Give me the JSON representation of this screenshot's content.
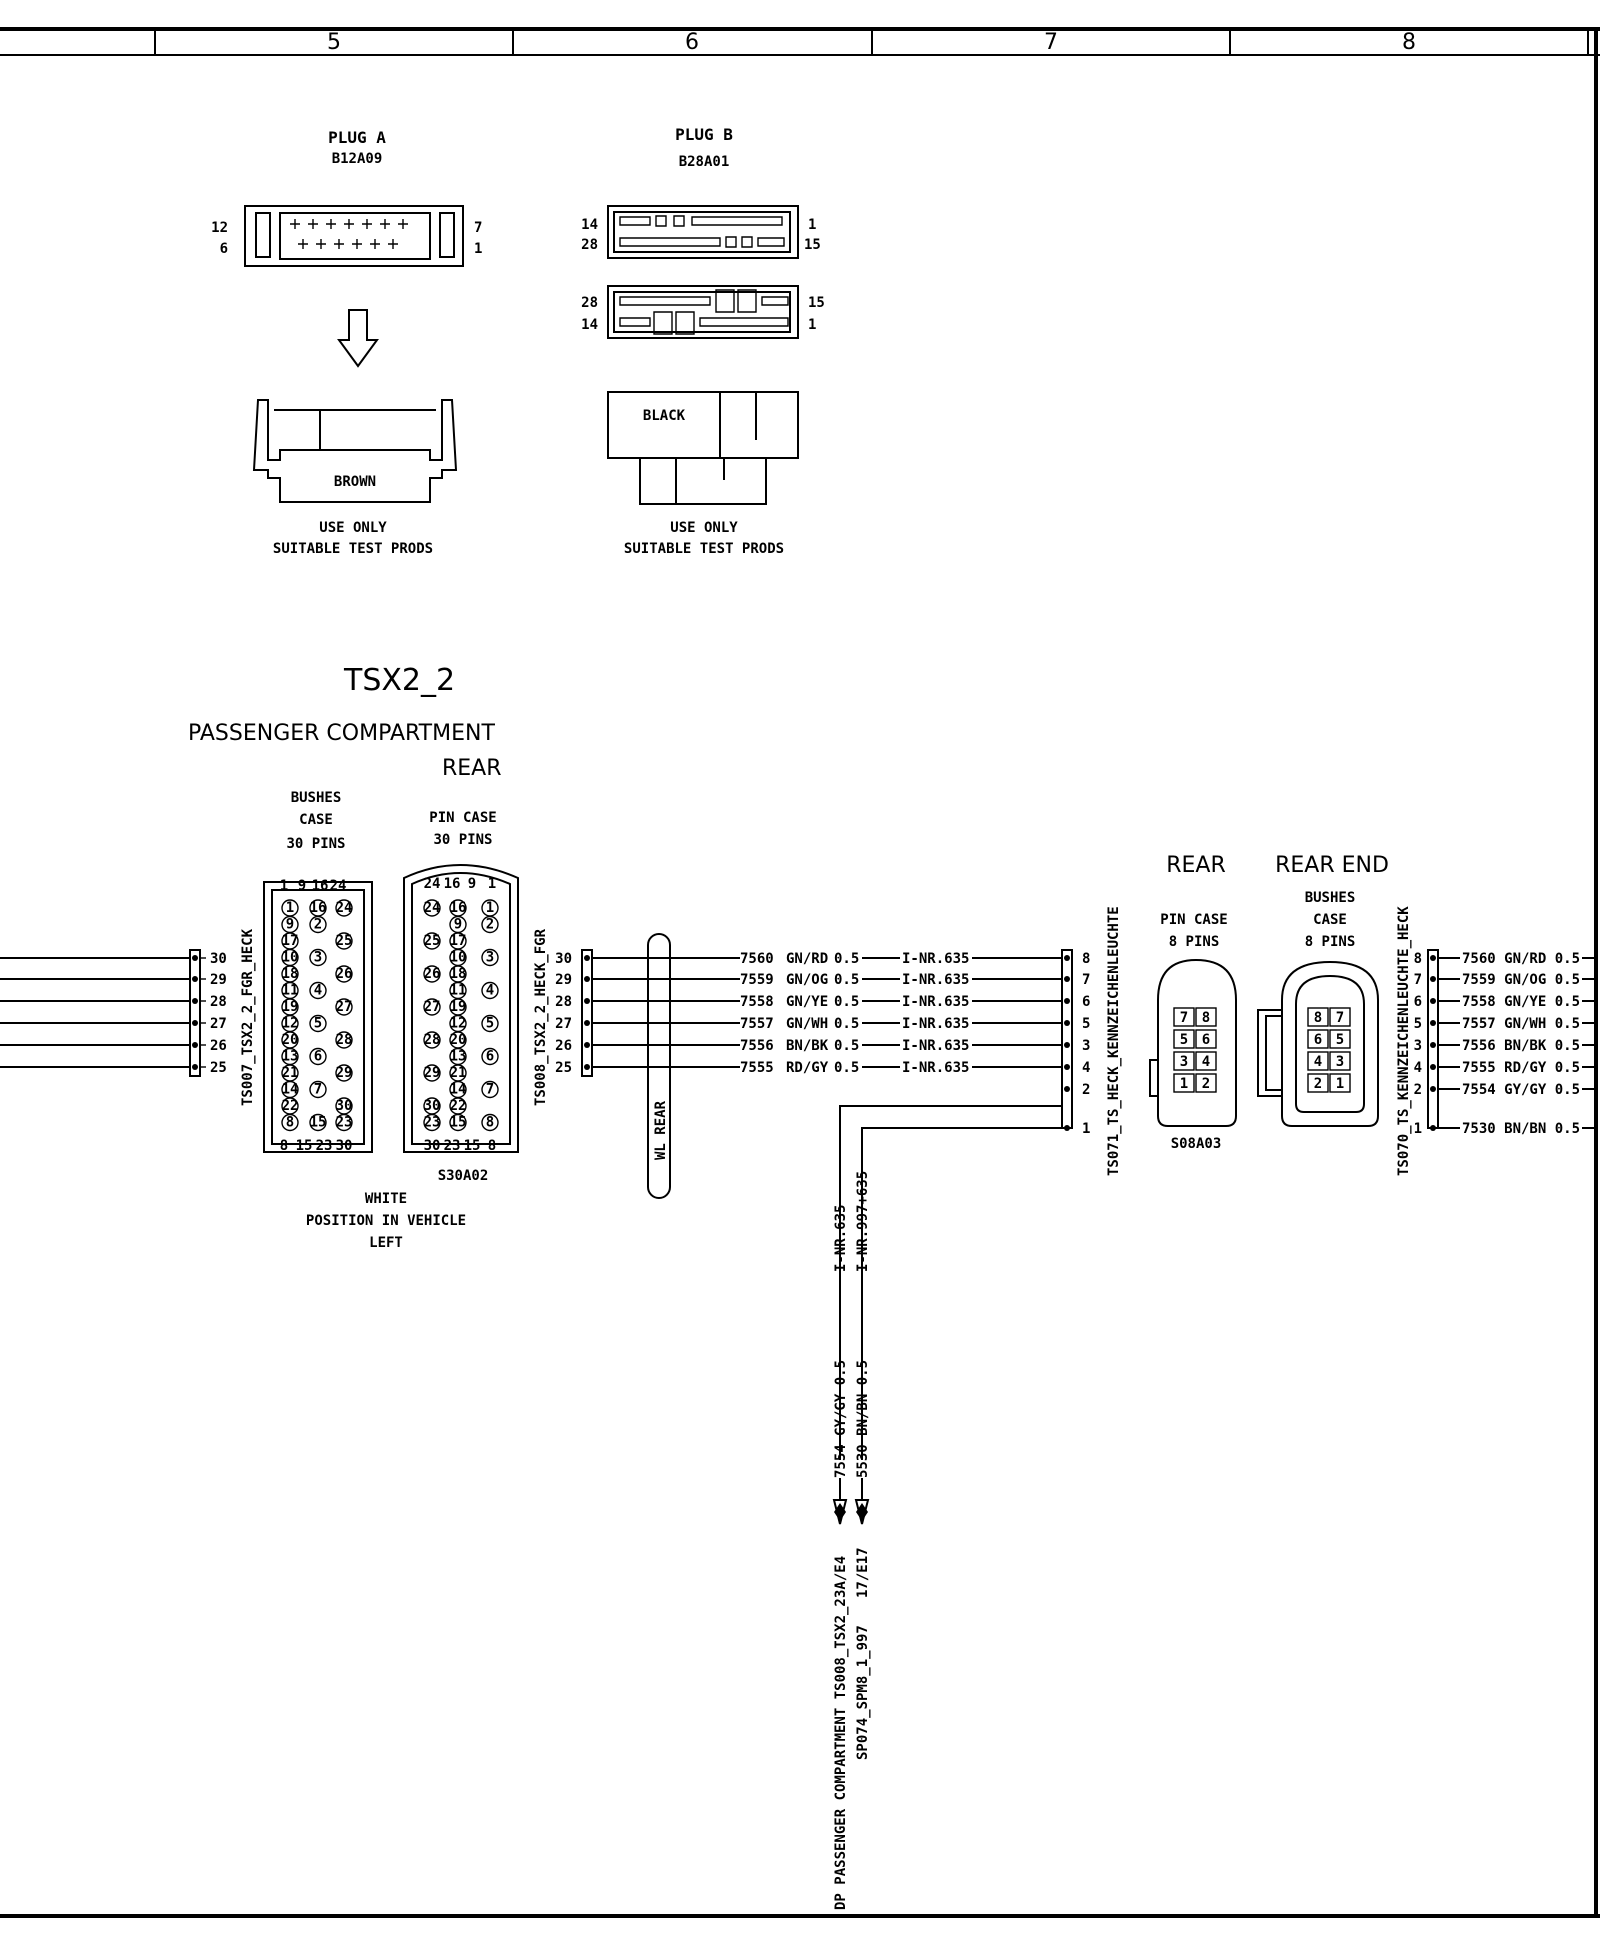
{
  "grid_columns": [
    "5",
    "6",
    "7",
    "8"
  ],
  "plug_a": {
    "title": "PLUG A",
    "code": "B12A09",
    "pins": {
      "top_left": "12",
      "bottom_left": "6",
      "top_right": "7",
      "bottom_right": "1"
    },
    "housing_color": "BROWN",
    "note_line1": "USE ONLY",
    "note_line2": "SUITABLE TEST PRODS"
  },
  "plug_b": {
    "title": "PLUG B",
    "code": "B28A01",
    "pins_upper": {
      "top_left": "14",
      "bottom_left": "28",
      "top_right": "1",
      "bottom_right": "15"
    },
    "pins_lower": {
      "top_left": "28",
      "bottom_left": "14",
      "top_right": "15",
      "bottom_right": "1"
    },
    "housing_color": "BLACK",
    "note_line1": "USE ONLY",
    "note_line2": "SUITABLE TEST PRODS"
  },
  "tsx": {
    "title": "TSX2_2",
    "location": "PASSENGER COMPARTMENT",
    "side": "REAR",
    "bushes_case": [
      "BUSHES",
      "CASE",
      "30 PINS"
    ],
    "pin_case": [
      "PIN CASE",
      "30 PINS"
    ],
    "connector_code": "S30A02",
    "color_note": [
      "WHITE",
      "POSITION IN VEHICLE",
      "LEFT"
    ],
    "left_connector_label": "TS007_TSX2_2_FGR_HECK",
    "right_connector_label": "TS008_TSX2_2_HECK_FGR",
    "pins": [
      "30",
      "29",
      "28",
      "27",
      "26",
      "25"
    ],
    "bushes_top_pins": [
      "1",
      "9",
      "16",
      "24"
    ],
    "bushes_bottom_pins": [
      "8",
      "15",
      "23",
      "30"
    ],
    "bushes_grid": [
      [
        "1",
        "16",
        "24"
      ],
      [
        "9",
        "2",
        ""
      ],
      [
        "17",
        "",
        "25"
      ],
      [
        "10",
        "3",
        ""
      ],
      [
        "18",
        "",
        "26"
      ],
      [
        "11",
        "4",
        ""
      ],
      [
        "19",
        "",
        "27"
      ],
      [
        "12",
        "5",
        ""
      ],
      [
        "20",
        "",
        "28"
      ],
      [
        "13",
        "6",
        ""
      ],
      [
        "21",
        "",
        "29"
      ],
      [
        "14",
        "7",
        ""
      ],
      [
        "22",
        "",
        "30"
      ],
      [
        "8",
        "15",
        "23"
      ]
    ],
    "pin_top_pins": [
      "24",
      "16",
      "9",
      "1"
    ],
    "pin_bottom_pins": [
      "30",
      "23",
      "15",
      "8"
    ],
    "pin_grid": [
      [
        "24",
        "16",
        "1"
      ],
      [
        "",
        "9",
        "2"
      ],
      [
        "25",
        "17",
        ""
      ],
      [
        "",
        "10",
        "3"
      ],
      [
        "26",
        "18",
        ""
      ],
      [
        "",
        "11",
        "4"
      ],
      [
        "27",
        "19",
        ""
      ],
      [
        "",
        "12",
        "5"
      ],
      [
        "28",
        "20",
        ""
      ],
      [
        "",
        "13",
        "6"
      ],
      [
        "29",
        "21",
        ""
      ],
      [
        "",
        "14",
        "7"
      ],
      [
        "30",
        "22",
        ""
      ],
      [
        "23",
        "15",
        "8"
      ]
    ]
  },
  "harness_label": "WL REAR",
  "wires_left": [
    {
      "id": "7560",
      "color": "GN/RD",
      "size": "0.5",
      "ref": "I-NR.635"
    },
    {
      "id": "7559",
      "color": "GN/OG",
      "size": "0.5",
      "ref": "I-NR.635"
    },
    {
      "id": "7558",
      "color": "GN/YE",
      "size": "0.5",
      "ref": "I-NR.635"
    },
    {
      "id": "7557",
      "color": "GN/WH",
      "size": "0.5",
      "ref": "I-NR.635"
    },
    {
      "id": "7556",
      "color": "BN/BK",
      "size": "0.5",
      "ref": "I-NR.635"
    },
    {
      "id": "7555",
      "color": "RD/GY",
      "size": "0.5",
      "ref": "I-NR.635"
    }
  ],
  "rear_block": {
    "title_rear": "REAR",
    "title_rear_end": "REAR END",
    "pin_case": [
      "PIN CASE",
      "8 PINS"
    ],
    "bushes_case": [
      "BUSHES",
      "CASE",
      "8 PINS"
    ],
    "code": "S08A03",
    "left_connector_label": "TS071_TS_HECK_KENNZEICHENLEUCHTE",
    "right_connector_label": "TS070_TS_KENNZEICHENLEUCHTE_HECK",
    "pins": [
      "8",
      "7",
      "6",
      "5",
      "3",
      "4",
      "2",
      "1"
    ],
    "right_pins": [
      "8",
      "7",
      "6",
      "5",
      "3",
      "4",
      "2",
      "1"
    ],
    "pin_face": [
      [
        "7",
        "8"
      ],
      [
        "5",
        "6"
      ],
      [
        "3",
        "4"
      ],
      [
        "1",
        "2"
      ]
    ],
    "bush_face": [
      [
        "8",
        "7"
      ],
      [
        "6",
        "5"
      ],
      [
        "4",
        "3"
      ],
      [
        "2",
        "1"
      ]
    ]
  },
  "wires_right": [
    "7560 GN/RD 0.5",
    "7559 GN/OG 0.5",
    "7558 GN/YE 0.5",
    "7557 GN/WH 0.5",
    "7556 BN/BK 0.5",
    "7555 RD/GY 0.5",
    "7554 GY/GY 0.5",
    "7530 BN/BN 0.5"
  ],
  "down_wires": {
    "ref_a": "I-NR.635",
    "ref_b": "I-NR.997+635",
    "wire_a": "7554 GY/GY 0.5",
    "wire_b": "5530 BN/BN 0.5",
    "dest_a": "DP PASSENGER COMPARTMENT TS008_TSX2_2",
    "dest_a_ref": "3A/E4",
    "dest_b": "SP074_SPM8_1_997",
    "dest_b_ref": "17/E17"
  }
}
